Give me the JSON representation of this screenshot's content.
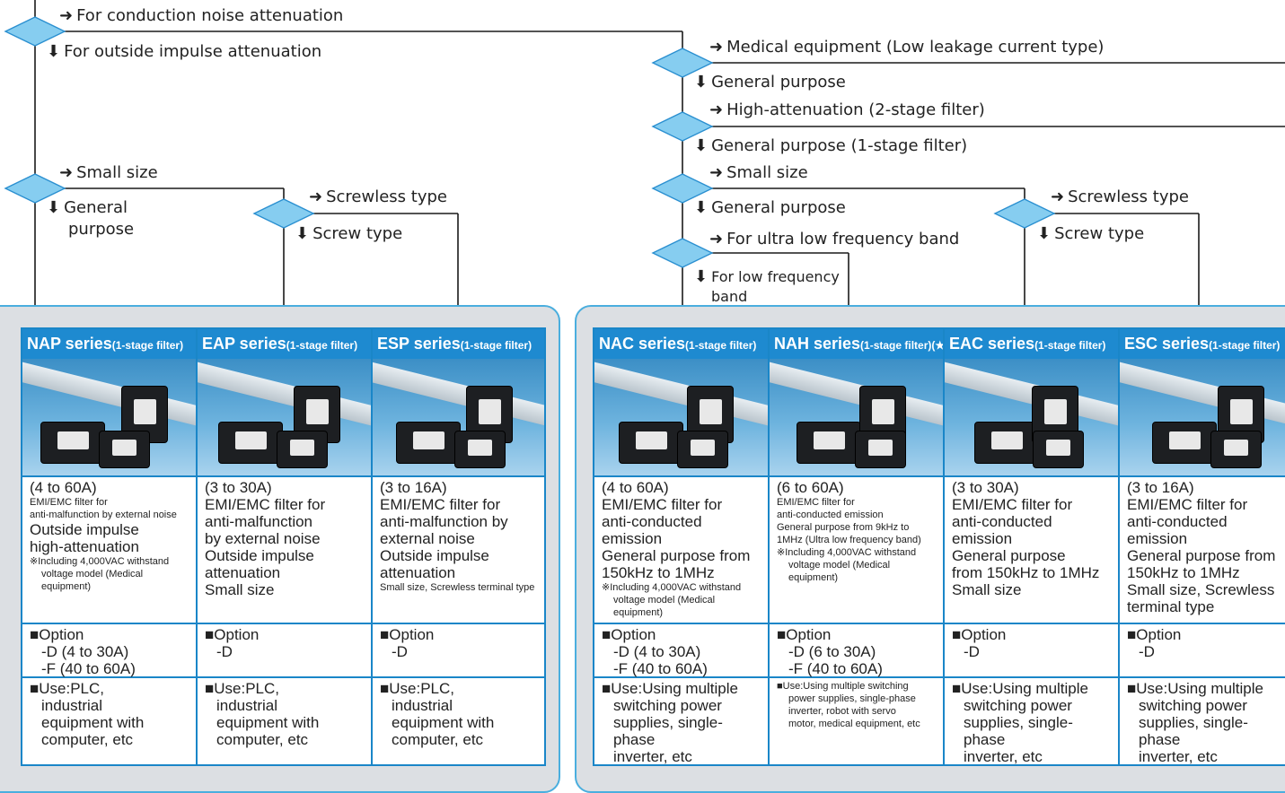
{
  "colors": {
    "line": "#1a1a1a",
    "diamond_fill": "#86cdf0",
    "diamond_stroke": "#2a8fd0",
    "card_header": "#1e8ad0",
    "panel_bg": "#dcdfe3",
    "panel_border": "#4aaede"
  },
  "flow_labels": {
    "conduction": "For conduction noise attenuation",
    "outside_impulse": "For outside impulse attenuation",
    "small_size_left": "Small size",
    "general_purpose_left_1": "General",
    "general_purpose_left_2": "purpose",
    "screwless_left": "Screwless type",
    "screw_left": "Screw type",
    "medical": "Medical equipment (Low leakage current type)",
    "general_purpose": "General purpose",
    "high_attenuation": "High-attenuation (2-stage filter)",
    "general_purpose_1stage": "General purpose (1-stage filter)",
    "small_size_right": "Small size",
    "general_purpose_2": "General purpose",
    "ultra_low": "For ultra low frequency band",
    "low_freq_1": "For low frequency",
    "low_freq_2": "band",
    "screwless_right": "Screwless type",
    "screw_right": "Screw type"
  },
  "left_cards": [
    {
      "title": "NAP series",
      "title_sub": "(1-stage filter)",
      "desc": [
        {
          "t": "(4 to 60A)",
          "s": "big"
        },
        {
          "t": "EMI/EMC filter for",
          "s": "tiny"
        },
        {
          "t": "anti-malfunction by external noise",
          "s": "tiny"
        },
        {
          "t": "Outside impulse",
          "s": "big"
        },
        {
          "t": "high-attenuation",
          "s": "big"
        },
        {
          "t": "※Including 4,000VAC withstand",
          "s": "tiny"
        },
        {
          "t": "voltage model (Medical equipment)",
          "s": "tiny ind"
        }
      ],
      "option": [
        "■Option",
        "-D (4 to 30A)",
        "-F (40 to 60A)"
      ],
      "use": [
        {
          "t": "■Use:PLC,",
          "s": "big"
        },
        {
          "t": "industrial",
          "s": "big ind"
        },
        {
          "t": "equipment with",
          "s": "big ind"
        },
        {
          "t": "computer, etc",
          "s": "big ind"
        }
      ]
    },
    {
      "title": "EAP series",
      "title_sub": "(1-stage filter)",
      "desc": [
        {
          "t": "(3 to 30A)",
          "s": "big"
        },
        {
          "t": "EMI/EMC filter for",
          "s": "big"
        },
        {
          "t": "anti-malfunction",
          "s": "big"
        },
        {
          "t": "by external noise",
          "s": "big"
        },
        {
          "t": "Outside impulse",
          "s": "big"
        },
        {
          "t": "attenuation",
          "s": "big"
        },
        {
          "t": "Small size",
          "s": "big"
        }
      ],
      "option": [
        "■Option",
        "-D"
      ],
      "use": [
        {
          "t": "■Use:PLC,",
          "s": "big"
        },
        {
          "t": "industrial",
          "s": "big ind"
        },
        {
          "t": "equipment with",
          "s": "big ind"
        },
        {
          "t": "computer, etc",
          "s": "big ind"
        }
      ]
    },
    {
      "title": "ESP series",
      "title_sub": "(1-stage filter)",
      "desc": [
        {
          "t": "(3 to 16A)",
          "s": "big"
        },
        {
          "t": "EMI/EMC filter for",
          "s": "big"
        },
        {
          "t": "anti-malfunction by",
          "s": "big"
        },
        {
          "t": "external noise",
          "s": "big"
        },
        {
          "t": "Outside impulse",
          "s": "big"
        },
        {
          "t": "attenuation",
          "s": "big"
        },
        {
          "t": "Small size, Screwless terminal type",
          "s": "tiny"
        }
      ],
      "option": [
        "■Option",
        "-D"
      ],
      "use": [
        {
          "t": "■Use:PLC,",
          "s": "big"
        },
        {
          "t": "industrial",
          "s": "big ind"
        },
        {
          "t": "equipment with",
          "s": "big ind"
        },
        {
          "t": "computer, etc",
          "s": "big ind"
        }
      ]
    }
  ],
  "right_cards": [
    {
      "title": "NAC series",
      "title_sub": "(1-stage filter)",
      "desc": [
        {
          "t": "(4 to 60A)",
          "s": "big"
        },
        {
          "t": "EMI/EMC filter for",
          "s": "big"
        },
        {
          "t": "anti-conducted emission",
          "s": "big"
        },
        {
          "t": "General purpose from",
          "s": "big"
        },
        {
          "t": "150kHz to 1MHz",
          "s": "big"
        },
        {
          "t": "※Including 4,000VAC withstand",
          "s": "tiny"
        },
        {
          "t": "voltage model (Medical equipment)",
          "s": "tiny ind"
        }
      ],
      "option": [
        "■Option",
        "-D (4 to 30A)",
        "-F (40 to 60A)"
      ],
      "use": [
        {
          "t": "■Use:Using multiple",
          "s": "big"
        },
        {
          "t": "switching power",
          "s": "big ind"
        },
        {
          "t": "supplies, single-phase",
          "s": "big ind"
        },
        {
          "t": "inverter, etc",
          "s": "big ind"
        }
      ]
    },
    {
      "title": "NAH series",
      "title_sub": "(1-stage filter)(★)",
      "desc": [
        {
          "t": "(6 to 60A)",
          "s": "big"
        },
        {
          "t": "EMI/EMC filter for",
          "s": "tiny"
        },
        {
          "t": "anti-conducted emission",
          "s": "tiny"
        },
        {
          "t": "General purpose from 9kHz to",
          "s": "tiny"
        },
        {
          "t": "1MHz (Ultra low frequency band)",
          "s": "tiny"
        },
        {
          "t": "※Including 4,000VAC withstand",
          "s": "tiny"
        },
        {
          "t": "voltage model (Medical equipment)",
          "s": "tiny ind"
        }
      ],
      "option": [
        "■Option",
        "-D (6 to 30A)",
        "-F (40 to 60A)"
      ],
      "use": [
        {
          "t": "■Use:Using multiple switching",
          "s": "tiny"
        },
        {
          "t": "power supplies, single-phase",
          "s": "tiny ind"
        },
        {
          "t": "inverter, robot with servo",
          "s": "tiny ind"
        },
        {
          "t": "motor, medical equipment, etc",
          "s": "tiny ind"
        }
      ]
    },
    {
      "title": "EAC series",
      "title_sub": "(1-stage filter)",
      "desc": [
        {
          "t": "(3 to 30A)",
          "s": "big"
        },
        {
          "t": "EMI/EMC filter for",
          "s": "big"
        },
        {
          "t": "anti-conducted",
          "s": "big"
        },
        {
          "t": "emission",
          "s": "big"
        },
        {
          "t": "General purpose",
          "s": "big"
        },
        {
          "t": "from 150kHz to 1MHz",
          "s": "big"
        },
        {
          "t": "Small size",
          "s": "big"
        }
      ],
      "option": [
        "■Option",
        "-D"
      ],
      "use": [
        {
          "t": "■Use:Using multiple",
          "s": "big"
        },
        {
          "t": "switching power",
          "s": "big ind"
        },
        {
          "t": "supplies, single-phase",
          "s": "big ind"
        },
        {
          "t": "inverter, etc",
          "s": "big ind"
        }
      ]
    },
    {
      "title": "ESC series",
      "title_sub": "(1-stage filter)",
      "desc": [
        {
          "t": "(3 to 16A)",
          "s": "big"
        },
        {
          "t": "EMI/EMC filter for",
          "s": "big"
        },
        {
          "t": "anti-conducted emission",
          "s": "big"
        },
        {
          "t": "General purpose from",
          "s": "big"
        },
        {
          "t": "150kHz to 1MHz",
          "s": "big"
        },
        {
          "t": "Small size, Screwless",
          "s": "big"
        },
        {
          "t": "terminal type",
          "s": "big"
        }
      ],
      "option": [
        "■Option",
        "-D"
      ],
      "use": [
        {
          "t": "■Use:Using multiple",
          "s": "big"
        },
        {
          "t": "switching power",
          "s": "big ind"
        },
        {
          "t": "supplies, single-phase",
          "s": "big ind"
        },
        {
          "t": "inverter, etc",
          "s": "big ind"
        }
      ]
    }
  ]
}
